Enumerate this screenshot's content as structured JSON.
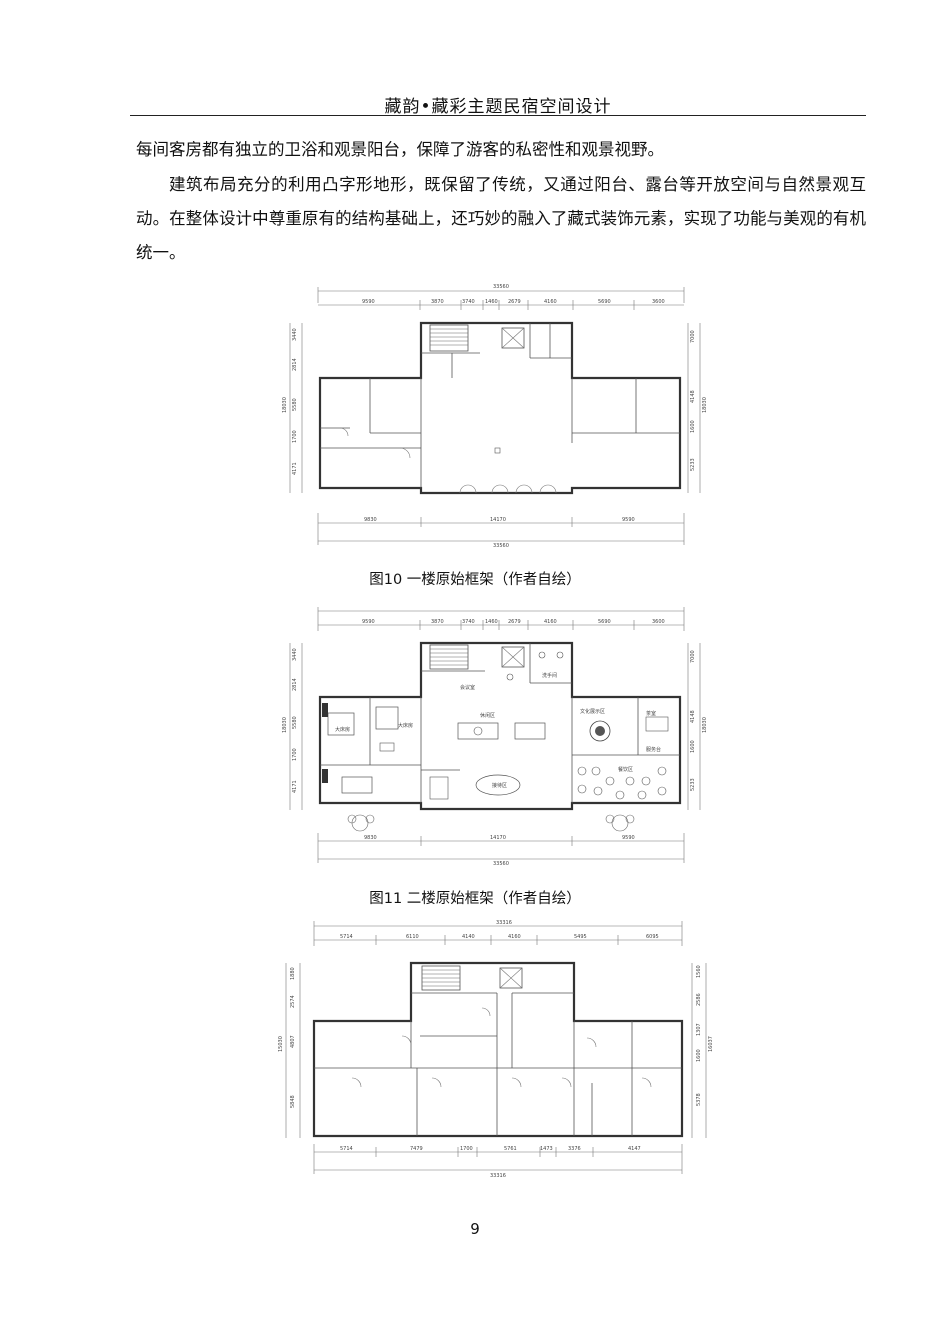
{
  "header": {
    "title": "藏韵•藏彩主题民宿空间设计"
  },
  "paragraphs": [
    "每间客房都有独立的卫浴和观景阳台，保障了游客的私密性和观景视野。",
    "建筑布局充分的利用凸字形地形，既保留了传统，又通过阳台、露台等开放空间与自然景观互动。在整体设计中尊重原有的结构基础上，还巧妙的融入了藏式装饰元素，实现了功能与美观的有机统一。"
  ],
  "figures": [
    {
      "caption": "图10  一楼原始框架（作者自绘）",
      "dims_top": [
        "33560",
        "9590",
        "3870",
        "3740",
        "1460",
        "2679",
        "4160",
        "5690",
        "3600"
      ],
      "dims_bottom": [
        "9830",
        "14170",
        "9590",
        "33560"
      ],
      "dims_left": [
        "3440",
        "2814",
        "5580",
        "1700",
        "4171",
        "18030"
      ],
      "dims_right": [
        "7000",
        "4148",
        "1600",
        "5233",
        "18030"
      ]
    },
    {
      "caption": "图11  二楼原始框架（作者自绘）",
      "dims_top": [
        "9590",
        "3870",
        "3740",
        "1460",
        "2679",
        "4160",
        "5690",
        "3600"
      ],
      "dims_bottom": [
        "9830",
        "14170",
        "9590",
        "33560"
      ],
      "dims_left": [
        "3440",
        "2814",
        "5580",
        "1700",
        "4171",
        "18030"
      ],
      "dims_right": [
        "7000",
        "4148",
        "1600",
        "5233",
        "18030"
      ],
      "room_labels": [
        "大床房",
        "大床房",
        "洗手间",
        "会议室",
        "休闲区",
        "文化展示区",
        "茶室",
        "餐饮区",
        "接待区",
        "服务台"
      ]
    },
    {
      "dims_top": [
        "33316",
        "5714",
        "6110",
        "4140",
        "4160",
        "5495",
        "6095"
      ],
      "dims_bottom": [
        "5714",
        "7479",
        "1700",
        "5761",
        "1473",
        "3376",
        "4147",
        "33316"
      ],
      "dims_left": [
        "1880",
        "2574",
        "4807",
        "5848",
        "15030"
      ],
      "dims_right": [
        "1560",
        "2586",
        "1307",
        "1600",
        "5378",
        "16037"
      ]
    }
  ],
  "page_number": "9"
}
